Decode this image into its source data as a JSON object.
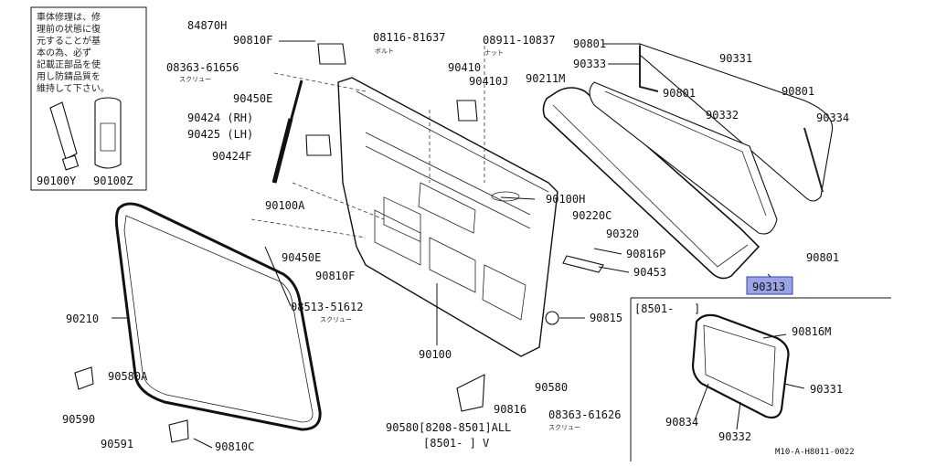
{
  "diagram": {
    "notice_text_lines": [
      "車体修理は、修",
      "理前の状態に復",
      "元することが基",
      "本の為、必ず",
      "記載正部品を使",
      "用し防錆品質を",
      "維持して下さい。"
    ],
    "footer_code": "M10-A-H8011-0022",
    "inset_header": "[8501-",
    "inset_header_end": "]",
    "labels": {
      "p84870H": "84870H",
      "p90810F_top": "90810F",
      "p08363_61656": "08363-61656",
      "screw_1": "スクリュー",
      "p90450E_top": "90450E",
      "p90424": "90424 (RH)",
      "p90425": "90425 (LH)",
      "p90424F": "90424F",
      "p90100A": "90100A",
      "p90450E_bot": "90450E",
      "p90810F_bot": "90810F",
      "p90100Y": "90100Y",
      "p90100Z": "90100Z",
      "p08116_81637": "08116-81637",
      "bolt": "ボルト",
      "p08911_10837": "08911-10837",
      "nut": "ナット",
      "p90410": "90410",
      "p90410J": "90410J",
      "p90211M": "90211M",
      "p90801_a": "90801",
      "p90333": "90333",
      "p90801_b": "90801",
      "p90331_top": "90331",
      "p90801_c": "90801",
      "p90332_top": "90332",
      "p90334": "90334",
      "p90100H": "90100H",
      "p90220C": "90220C",
      "p90320": "90320",
      "p90816P": "90816P",
      "p90453": "90453",
      "p90801_d": "90801",
      "p90313": "90313",
      "p90210": "90210",
      "p08513_51612": "08513-51612",
      "screw_2": "スクリュー",
      "p90100": "90100",
      "p90815": "90815",
      "p90580A": "90580A",
      "p90590": "90590",
      "p90591": "90591",
      "p90810C": "90810C",
      "p90580_main": "90580[8208-8501]ALL",
      "p90580_main2": "[8501-    ]  V",
      "p90816": "90816",
      "p90580": "90580",
      "p08363_61626": "08363-61626",
      "screw_3": "スクリュー",
      "p90816M": "90816M",
      "p90331_inset": "90331",
      "p90834": "90834",
      "p90332_inset": "90332"
    }
  }
}
